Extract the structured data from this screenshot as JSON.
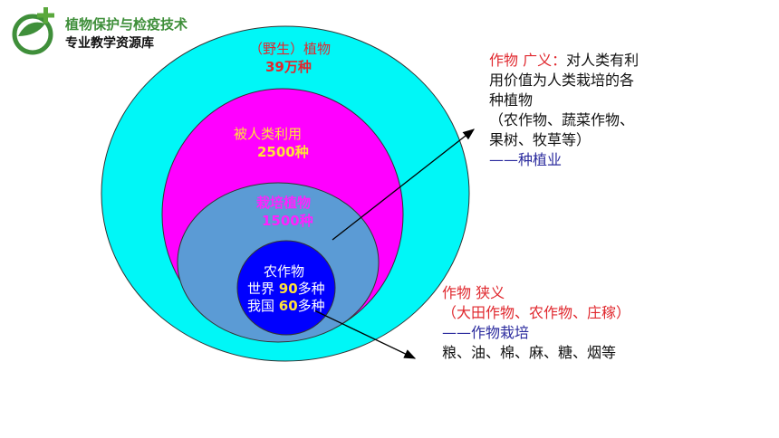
{
  "brand": {
    "title": "植物保护与检疫技术",
    "subtitle": "专业教学资源库",
    "logo_icon": "leaf-plus-logo",
    "colors": {
      "green": "#3f8f3a",
      "cross": "#5aa83c"
    }
  },
  "circles": {
    "wild": {
      "line1": "（野生）植物",
      "line2": "39万种",
      "fill": "#00f7f7"
    },
    "used": {
      "line1": "被人类利用",
      "line2": "2500种",
      "fill": "#ff00ff"
    },
    "cultivated": {
      "line1": "栽培植物",
      "line2": "1500种",
      "fill": "#5b9bd5"
    },
    "crops": {
      "line1": "农作物",
      "line2_prefix": "世界 ",
      "line2_number": "90",
      "line2_suffix": "多种",
      "line3_prefix": "我国 ",
      "line3_number": "60",
      "line3_suffix": "多种",
      "fill": "#0000ff"
    }
  },
  "broad": {
    "title": "作物 广义：",
    "desc_part1": "对人类有利",
    "desc_line2": "用价值为人类栽培的各",
    "desc_line3": "种植物",
    "examples_line1": "（农作物、蔬菜作物、",
    "examples_line2": "果树、牧草等）",
    "field": "——种植业"
  },
  "narrow": {
    "title": "作物 狭义",
    "examples": "（大田作物、农作物、庄稼）",
    "field": "——作物栽培",
    "list": "粮、油、棉、麻、糖、烟等"
  }
}
